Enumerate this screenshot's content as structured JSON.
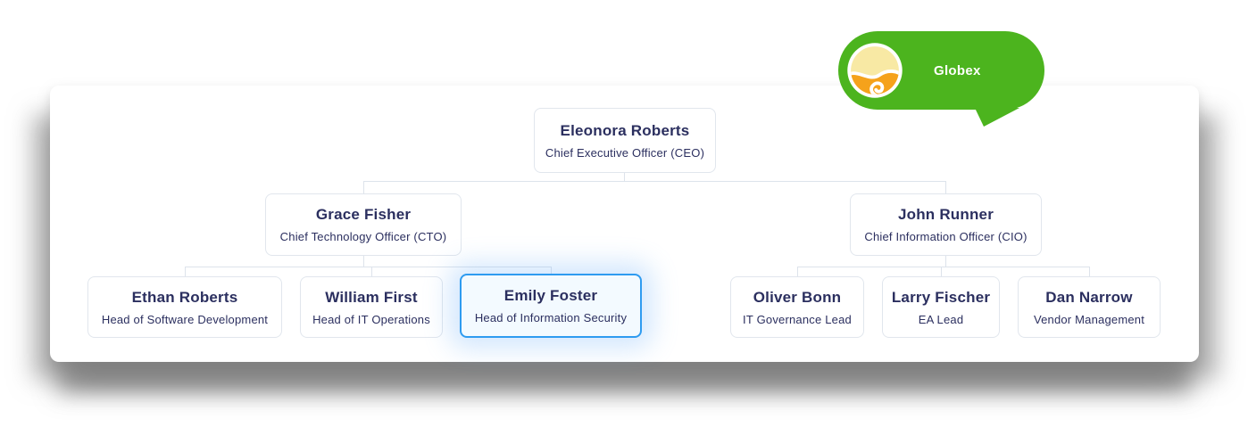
{
  "badge": {
    "label": "Globex",
    "logo_icon": "wave-yin-yang"
  },
  "org": {
    "ceo": {
      "name": "Eleonora Roberts",
      "title": "Chief Executive Officer (CEO)"
    },
    "cto": {
      "name": "Grace Fisher",
      "title": "Chief Technology Officer (CTO)"
    },
    "cio": {
      "name": "John Runner",
      "title": "Chief Information Officer (CIO)"
    },
    "software": {
      "name": "Ethan Roberts",
      "title": "Head of Software Development"
    },
    "itops": {
      "name": "William First",
      "title": "Head of IT Operations"
    },
    "infosec": {
      "name": "Emily Foster",
      "title": "Head of Information Security",
      "selected": true
    },
    "itgov": {
      "name": "Oliver Bonn",
      "title": "IT Governance Lead"
    },
    "ea": {
      "name": "Larry Fischer",
      "title": "EA Lead"
    },
    "vendor": {
      "name": "Dan Narrow",
      "title": "Vendor Management"
    }
  },
  "colors": {
    "brand_green": "#4CB41E",
    "highlight_blue": "#2E9BF0",
    "highlight_bg": "#F3FAFF",
    "text_navy": "#2B2F5F",
    "node_border": "#E1E6ED",
    "connector": "#DDE3EB",
    "logo_yellow": "#F8E9A4",
    "logo_orange": "#F5A21B",
    "card_bg": "#FFFFFF"
  }
}
